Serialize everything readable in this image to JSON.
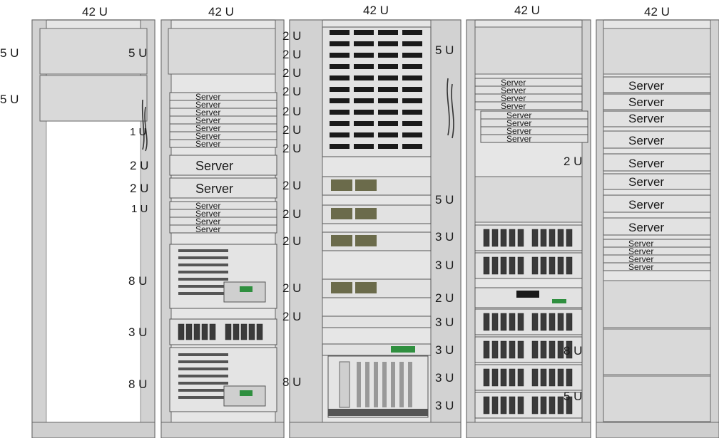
{
  "racks": [
    {
      "id": "rack1",
      "capacity": "42 U",
      "labels": {
        "u5a": "5 U",
        "u5b": "5 U"
      }
    },
    {
      "id": "rack2",
      "capacity": "42 U",
      "labels": {
        "u5": "5 U",
        "u1": "1 U",
        "u2a": "2 U",
        "u2b": "2 U",
        "u8a": "8 U",
        "u3": "3 U",
        "u8b": "8 U"
      },
      "small_server": "Server",
      "server_2u": "Server"
    },
    {
      "id": "rack3",
      "capacity": "42 U",
      "labels": {
        "u2": "2 U",
        "u5a": "5 U",
        "u5b": "5 U",
        "u3": "3 U",
        "u2r": "2 U",
        "u8": "8 U"
      }
    },
    {
      "id": "rack4",
      "capacity": "42 U",
      "labels": {
        "u2": "2 U",
        "u8": "8 U",
        "u5": "5 U"
      },
      "small_server": "Server"
    },
    {
      "id": "rack5",
      "capacity": "42 U",
      "server": "Server"
    }
  ]
}
